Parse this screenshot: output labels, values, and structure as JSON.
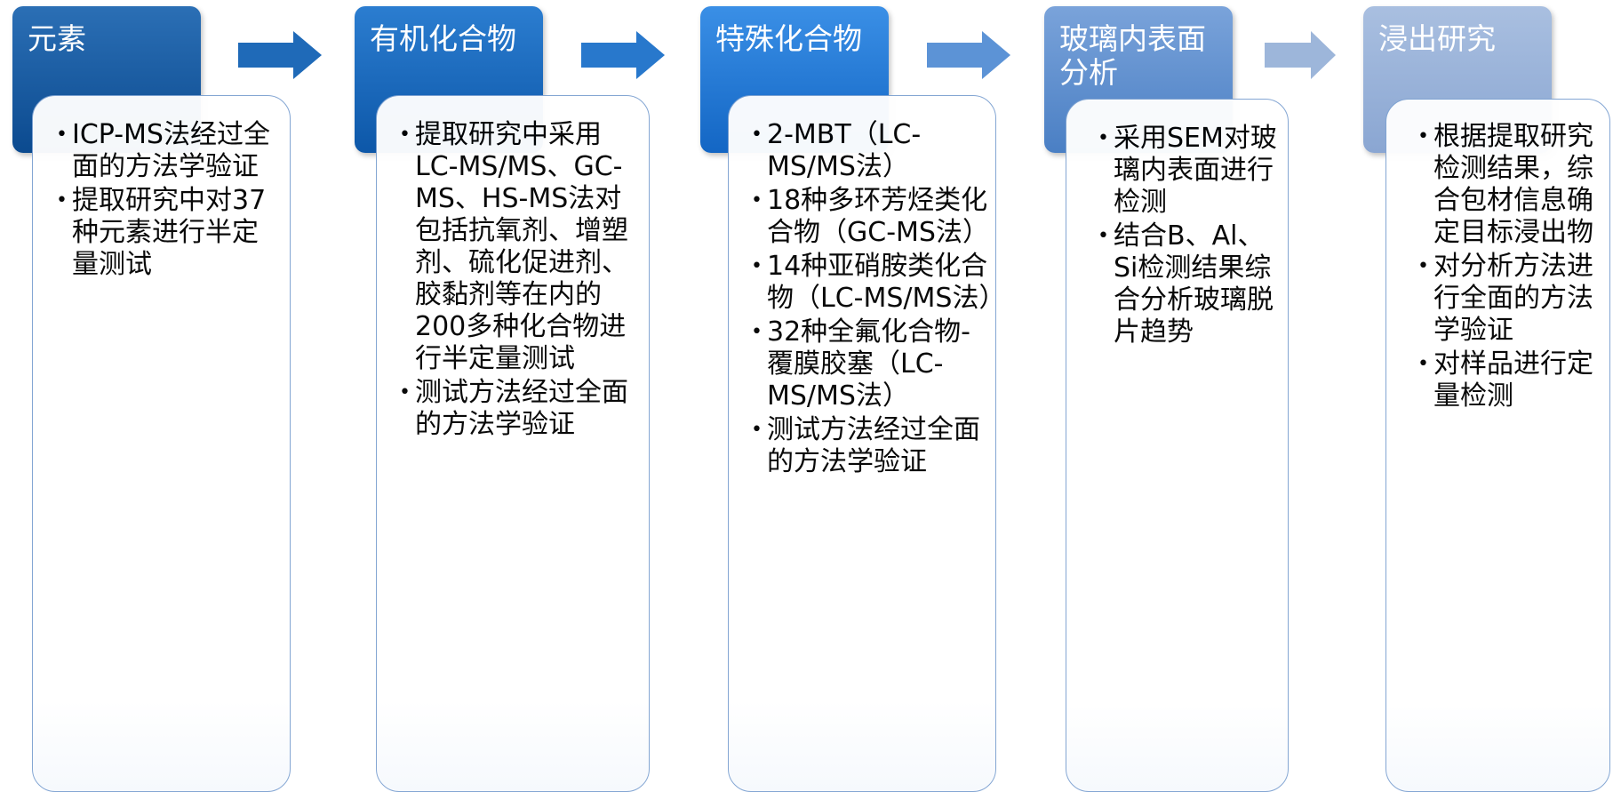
{
  "columns": [
    {
      "title": "元素",
      "items": [
        "ICP-MS法经过全面的方法学验证",
        "提取研究中对37种元素进行半定量测试"
      ]
    },
    {
      "title": "有机化合物",
      "items": [
        "提取研究中采用LC-MS/MS、GC-MS、HS-MS法对包括抗氧剂、增塑剂、硫化促进剂、胶黏剂等在内的200多种化合物进行半定量测试",
        "测试方法经过全面的方法学验证"
      ]
    },
    {
      "title": "特殊化合物",
      "items": [
        "2-MBT（LC-MS/MS法）",
        "18种多环芳烃类化合物（GC-MS法）",
        "14种亚硝胺类化合物（LC-MS/MS法）",
        "32种全氟化合物-覆膜胶塞（LC-MS/MS法）",
        "测试方法经过全面的方法学验证"
      ]
    },
    {
      "title": "玻璃内表面分析",
      "items": [
        "采用SEM对玻璃内表面进行检测",
        "结合B、Al、Si检测结果综合分析玻璃脱片趋势"
      ]
    },
    {
      "title": "浸出研究",
      "items": [
        "根据提取研究检测结果，综合包材信息确定目标浸出物",
        "对分析方法进行全面的方法学验证",
        "对样品进行定量检测"
      ]
    }
  ],
  "colors": {
    "header_gradients": [
      [
        "#2b6fb5",
        "#0b4a8f"
      ],
      [
        "#2b7dd0",
        "#0d57a8"
      ],
      [
        "#3a8fe6",
        "#1366c4"
      ],
      [
        "#7aa3da",
        "#4a7fc4"
      ],
      [
        "#a9bfe0",
        "#8aa6d2"
      ]
    ],
    "arrow_fills": [
      "#1f6ab8",
      "#2878cc",
      "#5c93d6",
      "#9db6da"
    ],
    "card_border": "#7fa3d2"
  }
}
